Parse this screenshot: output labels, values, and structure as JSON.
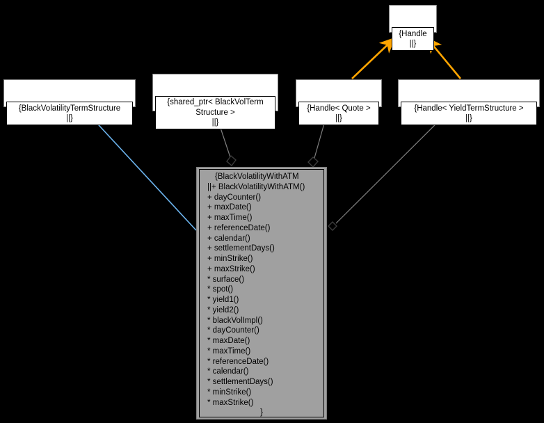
{
  "diagram": {
    "title": "BlackVolatilityWithATM collaboration diagram",
    "background_color": "#000000",
    "inherit_edge_color": "#6cb4ee",
    "usage_edge_color": "#808080",
    "template_edge_color": "#ffa500",
    "node_fill": "#ffffff",
    "main_node_fill": "#a0a0a0"
  },
  "nodes": {
    "handle": {
      "name": "Handle",
      "lines": [
        "{Handle",
        "||}"
      ]
    },
    "black_vol_term_structure": {
      "name": "BlackVolatilityTermStructure",
      "lines": [
        "{BlackVolatilityTermStructure",
        "||}"
      ]
    },
    "shared_ptr_black_vol_term_structure": {
      "name": "shared_ptr< BlackVolTermStructure >",
      "lines": [
        "{shared_ptr< BlackVolTerm",
        "Structure >",
        "||}"
      ]
    },
    "handle_quote": {
      "name": "Handle< Quote >",
      "lines": [
        "{Handle< Quote >",
        "||}"
      ]
    },
    "handle_yield_term_structure": {
      "name": "Handle< YieldTermStructure >",
      "lines": [
        "{Handle< YieldTermStructure >",
        "||}"
      ]
    },
    "black_volatility_with_atm": {
      "name": "BlackVolatilityWithATM",
      "rows": [
        {
          "text": "{BlackVolatilityWithATM",
          "align": "indent"
        },
        {
          "text": "||+ BlackVolatilityWithATM()",
          "align": "left"
        },
        {
          "text": "+ dayCounter()",
          "align": "left"
        },
        {
          "text": "+ maxDate()",
          "align": "left"
        },
        {
          "text": "+ maxTime()",
          "align": "left"
        },
        {
          "text": "+ referenceDate()",
          "align": "left"
        },
        {
          "text": "+ calendar()",
          "align": "left"
        },
        {
          "text": "+ settlementDays()",
          "align": "left"
        },
        {
          "text": "+ minStrike()",
          "align": "left"
        },
        {
          "text": "+ maxStrike()",
          "align": "left"
        },
        {
          "text": "* surface()",
          "align": "left"
        },
        {
          "text": "* spot()",
          "align": "left"
        },
        {
          "text": "* yield1()",
          "align": "left"
        },
        {
          "text": "* yield2()",
          "align": "left"
        },
        {
          "text": "* blackVolImpl()",
          "align": "left"
        },
        {
          "text": "* dayCounter()",
          "align": "left"
        },
        {
          "text": "* maxDate()",
          "align": "left"
        },
        {
          "text": "* maxTime()",
          "align": "left"
        },
        {
          "text": "* referenceDate()",
          "align": "left"
        },
        {
          "text": "* calendar()",
          "align": "left"
        },
        {
          "text": "* settlementDays()",
          "align": "left"
        },
        {
          "text": "* minStrike()",
          "align": "left"
        },
        {
          "text": "* maxStrike()",
          "align": "left"
        },
        {
          "text": "}",
          "align": "center"
        }
      ]
    }
  },
  "edges": [
    {
      "from": "black_volatility_with_atm",
      "to": "black_volatility_term_structure",
      "type": "inheritance",
      "color": "#6cb4ee"
    },
    {
      "from": "shared_ptr_black_vol_term_structure",
      "to": "black_volatility_with_atm",
      "type": "aggregation",
      "color": "#808080"
    },
    {
      "from": "handle_quote",
      "to": "black_volatility_with_atm",
      "type": "aggregation",
      "color": "#808080"
    },
    {
      "from": "handle_yield_term_structure",
      "to": "black_volatility_with_atm",
      "type": "aggregation",
      "color": "#808080"
    },
    {
      "from": "handle_quote",
      "to": "handle",
      "type": "template-instance",
      "color": "#ffa500"
    },
    {
      "from": "handle_yield_term_structure",
      "to": "handle",
      "type": "template-instance",
      "color": "#ffa500"
    }
  ]
}
